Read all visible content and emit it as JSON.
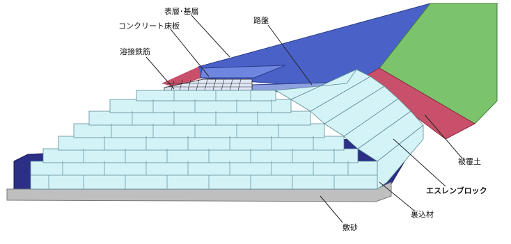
{
  "labels": {
    "surface_base_layer": "表層･基層",
    "concrete_slab": "コンクリート床板",
    "roadbed": "路盤",
    "welded_rebar": "溶接鉄筋",
    "cover_soil": "被覆土",
    "esl_block": "エスレンブロック",
    "backfill": "裏込材",
    "bedding_sand": "敷砂"
  },
  "colors": {
    "pavement": "#4a62c8",
    "pavement_dark": "#3a4fa8",
    "slope": "#c8506a",
    "slope_dark": "#a23a52",
    "side_green": "#7cc46c",
    "block": "#d4f3f7",
    "block_line": "#5a8a94",
    "blue_sheet": "#2c2f86",
    "sand": "#bfbfbf"
  }
}
